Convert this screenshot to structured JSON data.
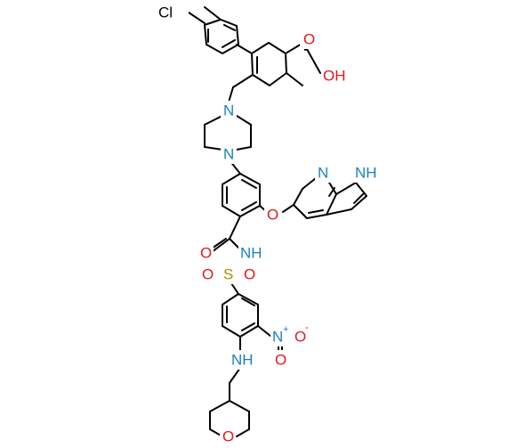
{
  "colors": {
    "bond": "#000000",
    "carbon_label": "#000000",
    "nitrogen": "#1a7fc1",
    "oxygen": "#e0191c",
    "sulfur": "#b08a00",
    "chlorine": "#000000"
  },
  "atoms": {
    "cl": {
      "text": "Cl",
      "element": "Cl"
    },
    "o_co": {
      "text": "O",
      "element": "O"
    },
    "oh": {
      "text": "OH",
      "element": "O"
    },
    "n_pz_top": {
      "text": "N",
      "element": "N"
    },
    "n_pz_bot": {
      "text": "N",
      "element": "N"
    },
    "n_py": {
      "text": "N",
      "element": "N"
    },
    "nh_pyrrole": {
      "text": "NH",
      "element": "N"
    },
    "o_ether": {
      "text": "O",
      "element": "O"
    },
    "o_amide": {
      "text": "O",
      "element": "O"
    },
    "nh_sulf": {
      "text": "NH",
      "element": "N"
    },
    "s": {
      "text": "S",
      "element": "S"
    },
    "o_s_left": {
      "text": "O",
      "element": "O"
    },
    "o_s_right": {
      "text": "O",
      "element": "O"
    },
    "n_nitro": {
      "text": "N",
      "element": "N",
      "charge": "+"
    },
    "o_nitro_minus": {
      "text": "O",
      "element": "O",
      "charge": "-"
    },
    "o_nitro_dbl": {
      "text": "O",
      "element": "O"
    },
    "nh_amine": {
      "text": "NH",
      "element": "N"
    },
    "o_thp": {
      "text": "O",
      "element": "O"
    }
  }
}
